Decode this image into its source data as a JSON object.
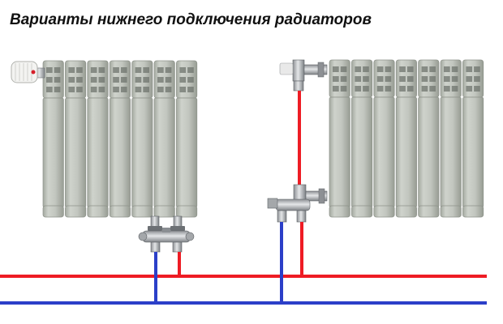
{
  "title": "Варианты нижнего подключения радиаторов",
  "diagram": {
    "radiators": [
      {
        "name": "radiator-left",
        "sections": 7,
        "control": "thermostatic head",
        "connection": "bottom twin valve"
      },
      {
        "name": "radiator-right",
        "sections": 7,
        "control": "angle valve on top",
        "connection": "bottom valve with supply riser"
      }
    ],
    "pipes": [
      "supply",
      "return"
    ],
    "colors": {
      "supply": "#ee1c24",
      "return": "#2b3fc8",
      "radiator_body": "#c4c9c2",
      "radiator_shadow": "#9ea39b",
      "valve_metal": "#b9bcbf"
    }
  }
}
